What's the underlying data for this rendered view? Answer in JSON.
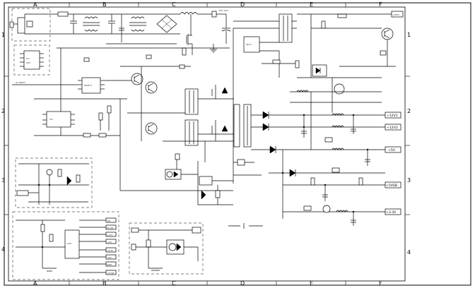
{
  "grid": {
    "columns": [
      "A",
      "B",
      "C",
      "D",
      "E",
      "F"
    ],
    "rows": [
      "1",
      "2",
      "3",
      "4"
    ]
  },
  "outputs": [
    {
      "key": "p12v_a",
      "label": "+12V1"
    },
    {
      "key": "p12v_b",
      "label": "+12V2"
    },
    {
      "key": "p5v",
      "label": "+5V"
    },
    {
      "key": "p5vsb",
      "label": "+5VSB"
    },
    {
      "key": "p3v3",
      "label": "+3.3V"
    }
  ],
  "block_labels": {
    "ac_input": "AC INPUT",
    "pfc_out": "PFC OUT",
    "top_right_out": "+380V"
  },
  "connector_pins": [
    {
      "key": "pin1",
      "label": "PG"
    },
    {
      "key": "pin2",
      "label": "PS-ON"
    },
    {
      "key": "pin3",
      "label": "+12V"
    },
    {
      "key": "pin4",
      "label": "+5V"
    },
    {
      "key": "pin5",
      "label": "+3.3V"
    },
    {
      "key": "pin6",
      "label": "-12V"
    },
    {
      "key": "pin7",
      "label": "GND"
    },
    {
      "key": "pin8",
      "label": "+5VSB"
    }
  ]
}
